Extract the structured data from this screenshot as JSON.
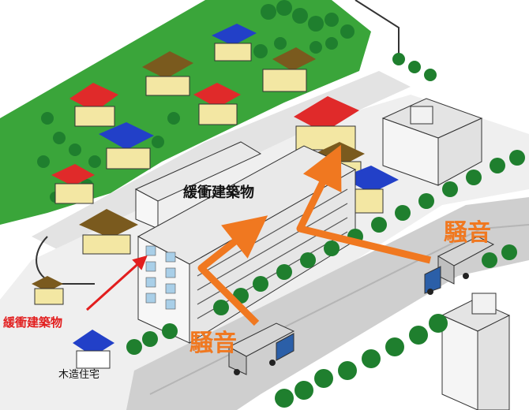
{
  "labels": {
    "buffer_building": "緩衝建築物",
    "noise_left": "騒音",
    "noise_right": "騒音",
    "buffer_building_pointer": "緩衝建築物",
    "wooden_house": "木造住宅"
  },
  "colors": {
    "grass": "#3aa53a",
    "road": "#d9d9d9",
    "highway": "#c9c9c9",
    "building": "#ececec",
    "window": "#a9cfe8",
    "tree": "#1f7f2e",
    "roof_red": "#e02a2a",
    "roof_blue": "#2240c8",
    "roof_brown": "#7a5a1e",
    "house_wall": "#f3e7a3",
    "arrow_orange": "#f07820",
    "arrow_red": "#e21e1e",
    "truck_blue": "#2b5fa8"
  },
  "icons": [
    "tree-icon",
    "house-icon",
    "truck-icon",
    "arrow-icon"
  ]
}
